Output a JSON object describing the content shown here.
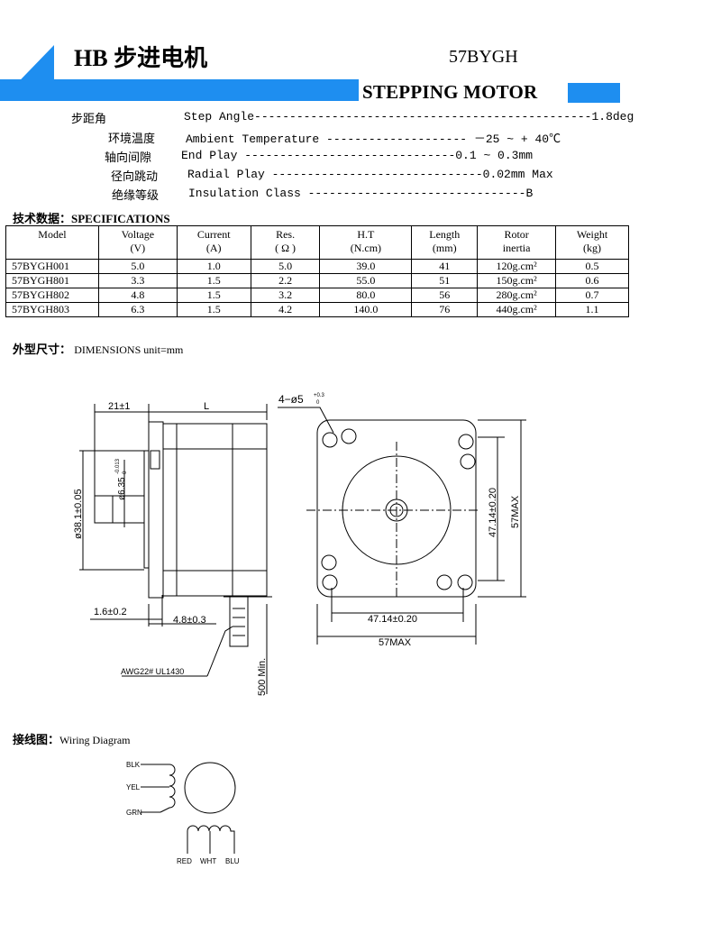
{
  "header": {
    "title": "HB 步进电机",
    "model": "57BYGH",
    "subtitle": "STEPPING MOTOR"
  },
  "params": [
    {
      "zh": "步距角",
      "en": "Step Angle------------------------------------------------1.8deg"
    },
    {
      "zh": "环境温度",
      "en": "Ambient Temperature -------------------- －25 ~ + 40℃"
    },
    {
      "zh": "轴向间隙",
      "en": "End Play ------------------------------0.1 ~ 0.3mm"
    },
    {
      "zh": "径向跳动",
      "en": "Radial Play ------------------------------0.02mm Max"
    },
    {
      "zh": "绝缘等级",
      "en": "Insulation Class -------------------------------B"
    }
  ],
  "specs": {
    "heading_zh": "技术数据：",
    "heading_en": "SPECIFICATIONS",
    "columns": [
      {
        "name": "Model",
        "unit": ""
      },
      {
        "name": "Voltage",
        "unit": "(V)"
      },
      {
        "name": "Current",
        "unit": "(A)"
      },
      {
        "name": "Res.",
        "unit": "( Ω )"
      },
      {
        "name": "H.T",
        "unit": "(N.cm)"
      },
      {
        "name": "Length",
        "unit": "(mm)"
      },
      {
        "name": "Rotor",
        "unit": "inertia"
      },
      {
        "name": "Weight",
        "unit": "(kg)"
      }
    ],
    "rows": [
      [
        "57BYGH001",
        "5.0",
        "1.0",
        "5.0",
        "39.0",
        "41",
        "120g.cm²",
        "0.5"
      ],
      [
        "57BYGH801",
        "3.3",
        "1.5",
        "2.2",
        "55.0",
        "51",
        "150g.cm²",
        "0.6"
      ],
      [
        "57BYGH802",
        "4.8",
        "1.5",
        "3.2",
        "80.0",
        "56",
        "280g.cm²",
        "0.7"
      ],
      [
        "57BYGH803",
        "6.3",
        "1.5",
        "4.2",
        "140.0",
        "76",
        "440g.cm²",
        "1.1"
      ]
    ]
  },
  "dimensions": {
    "heading_zh": "外型尺寸：",
    "heading_en": "DIMENSIONS unit=mm",
    "labels": {
      "shaft_len": "21±1",
      "body_len": "L",
      "hole": "4−ø5",
      "hole_tol": "+0.3",
      "hole_tol2": "0",
      "shaft_dia": "ø6.35",
      "shaft_tol": "-0.013",
      "shaft_tol2": "0",
      "boss_dia": "ø38.1±0.05",
      "flange": "1.6±0.2",
      "boss": "4.8±0.3",
      "wire": "AWG22# UL1430",
      "lead_len": "500 Min.",
      "pitch_h": "47.14±0.20",
      "max_h": "57MAX",
      "pitch_v": "47.14±0.20",
      "max_v": "57MAX"
    }
  },
  "wiring": {
    "heading_zh": "接线图：",
    "heading_en": "Wiring Diagram",
    "left_labels": [
      "BLK",
      "YEL",
      "GRN"
    ],
    "bottom_labels": [
      "RED",
      "WHT",
      "BLU"
    ]
  }
}
